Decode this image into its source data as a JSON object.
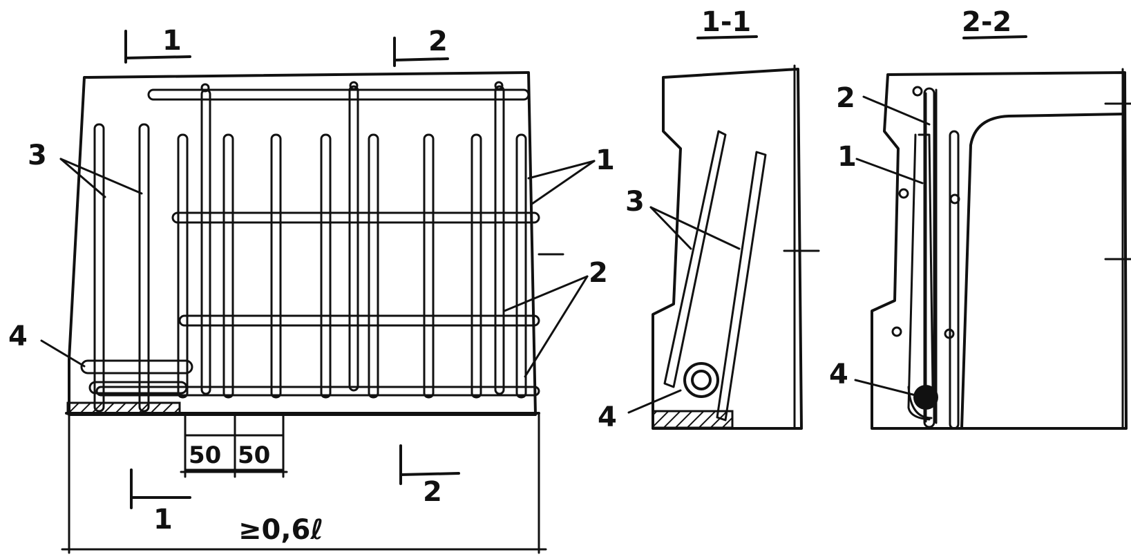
{
  "main_view": {
    "section_mark_1_top": "1",
    "section_mark_2_top": "2",
    "section_mark_1_bottom": "1",
    "section_mark_2_bottom": "2",
    "callout_3": "3",
    "callout_1": "1",
    "callout_2": "2",
    "callout_4": "4",
    "dim_50_a": "50",
    "dim_50_b": "50",
    "overall_dim": "≥0,6ℓ"
  },
  "section_1_1": {
    "title": "1-1",
    "callout_3": "3",
    "callout_4": "4"
  },
  "section_2_2": {
    "title": "2-2",
    "callout_2": "2",
    "callout_1": "1",
    "callout_4": "4"
  }
}
